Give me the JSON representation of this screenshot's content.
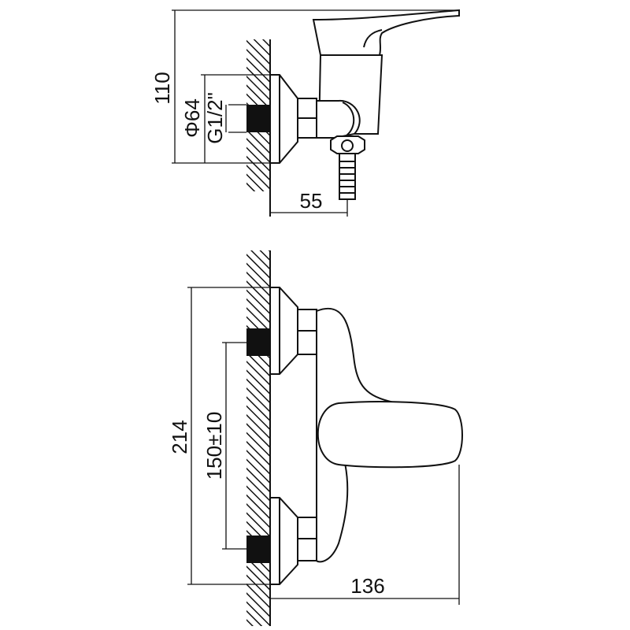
{
  "side_view": {
    "height_label": "110",
    "diameter_label": "Φ64",
    "thread_label": "G1/2\"",
    "depth_label": "55"
  },
  "front_view": {
    "height_label": "214",
    "center_distance_label": "150±10",
    "width_label": "136"
  }
}
